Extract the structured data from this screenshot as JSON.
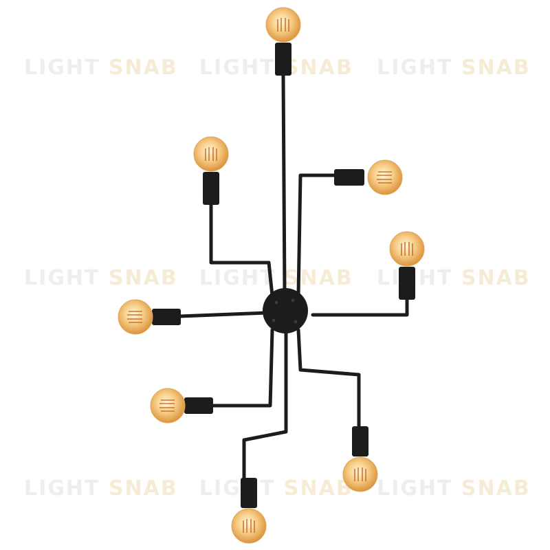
{
  "watermark": {
    "part1": "LIGHT",
    "part2": "SNAB",
    "color1": "#eeeeee",
    "color2": "#f6ecd6"
  },
  "colors": {
    "background": "#ffffff",
    "metal": "#1c1c1c",
    "bulb_glass": "#f5c371",
    "bulb_glow": "#fff4d8",
    "filament": "#c4621a"
  },
  "product": {
    "type": "sputnik-style ceiling chandelier",
    "bulb_count": 8
  }
}
